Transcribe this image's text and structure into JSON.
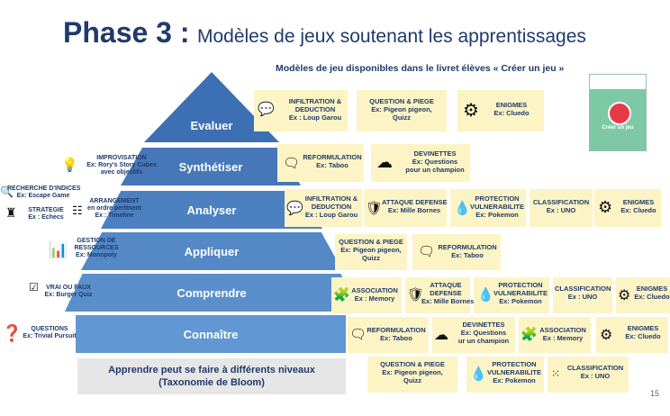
{
  "title": {
    "prefix": "Phase 3 :",
    "text": "Modèles de jeux soutenant les apprentissages"
  },
  "subtitle": "Modèles de jeu disponibles dans le livret élèves « Créer un jeu »",
  "booklet": {
    "label": "Créer un jeu"
  },
  "pyramid": {
    "levels": [
      "Evaluer",
      "Synthétiser",
      "Analyser",
      "Appliquer",
      "Comprendre",
      "Connaître"
    ],
    "colors": [
      "#3c6fb3",
      "#4677b9",
      "#4d80c1",
      "#5488c7",
      "#5a8fcc",
      "#6197d2"
    ]
  },
  "bottom_box": {
    "line1": "Apprendre peut se faire à différents niveaux",
    "line2": "(Taxonomie de Bloom)"
  },
  "page_number": "15",
  "cards": {
    "c1": {
      "l1": "INFILTRATION &",
      "l2": "DEDUCTION",
      "l3": "Ex : Loup Garou"
    },
    "c2": {
      "l1": "QUESTION & PIEGE",
      "l2": "Ex: Pigeon pigeon,",
      "l3": "Quizz"
    },
    "c3": {
      "l1": "ENIGMES",
      "l2": "Ex: Cluedo"
    },
    "c4": {
      "l1": "REFORMULATION",
      "l2": "Ex: Taboo"
    },
    "c5": {
      "l1": "DEVINETTES",
      "l2": "Ex: Questions",
      "l3": "pour un champion"
    },
    "c6": {
      "l1": "INFILTRATION &",
      "l2": "DEDUCTION",
      "l3": "Ex : Loup Garou"
    },
    "c7": {
      "l1": "ATTAQUE DEFENSE",
      "l2": "Ex: Mille Bornes"
    },
    "c8": {
      "l1": "PROTECTION",
      "l2": "VULNERABILITE",
      "l3": "Ex: Pokemon"
    },
    "c9": {
      "l1": "CLASSIFICATION",
      "l2": "Ex : UNO"
    },
    "c10": {
      "l1": "ENIGMES",
      "l2": "Ex: Cluedo"
    },
    "c11": {
      "l1": "QUESTION & PIEGE",
      "l2": "Ex: Pigeon pigeon,",
      "l3": "Quizz"
    },
    "c12": {
      "l1": "REFORMULATION",
      "l2": "Ex: Taboo"
    },
    "c13": {
      "l1": "ASSOCIATION",
      "l2": "Ex : Memory"
    },
    "c14": {
      "l1": "ATTAQUE",
      "l2": "DEFENSE",
      "l3": "Ex: Mille Bornes"
    },
    "c15": {
      "l1": "PROTECTION",
      "l2": "VULNERABILITE",
      "l3": "Ex: Pokemon"
    },
    "c16": {
      "l1": "CLASSIFICATION",
      "l2": "Ex : UNO"
    },
    "c17": {
      "l1": "ENIGMES",
      "l2": "Ex: Cluedo"
    },
    "c18": {
      "l1": "REFORMULATION",
      "l2": "Ex: Taboo"
    },
    "c19": {
      "l1": "DEVINETTES",
      "l2": "Ex: Questions",
      "l3": "ur un champion"
    },
    "c20": {
      "l1": "ASSOCIATION",
      "l2": "Ex : Memory"
    },
    "c21": {
      "l1": "ENIGMES",
      "l2": "Ex: Cluedo"
    },
    "c22": {
      "l1": "QUESTION & PIEGE",
      "l2": "Ex: Pigeon pigeon,",
      "l3": "Quizz"
    },
    "c23": {
      "l1": "PROTECTION",
      "l2": "VULNERABILITE",
      "l3": "Ex: Pokemon"
    },
    "c24": {
      "l1": "CLASSIFICATION",
      "l2": "Ex : UNO"
    }
  },
  "left": {
    "improvisation": {
      "l1": "IMPROVISATION",
      "l2": "Ex: Rory's Story Cubes",
      "l3": "avec objectifs"
    },
    "recherche": {
      "l1": "RECHERCHE D'INDICES",
      "l2": "Ex: Escape Game"
    },
    "strategie": {
      "l1": "STRATEGIE",
      "l2": "Ex : Echecs"
    },
    "arrangement": {
      "l1": "ARRANGEMENT",
      "l2": "en ordre pertinent",
      "l3": "Ex : Timeline"
    },
    "gestion": {
      "l1": "GESTION DE",
      "l2": "RESSOURCES",
      "l3": "Ex: Monopoly"
    },
    "vrai": {
      "l1": "VRAI OU FAUX",
      "l2": "Ex: Burger Quiz"
    },
    "questions": {
      "l1": "QUESTIONS",
      "l2": "Ex: Trivial Pursuit"
    }
  },
  "icons": {
    "chat": "chat-bubbles-icon",
    "brain": "brain-gears-icon",
    "speech": "speech-bubble-icon",
    "thought": "thought-cloud-icon",
    "shield": "shield-sword-icon",
    "drop": "drop-icon",
    "dots": "dice-dots-icon",
    "puzzle": "puzzle-icon",
    "bulb": "lightbulb-icon",
    "chess": "chess-icon",
    "timeline": "timeline-icon",
    "barchart": "bar-chart-icon",
    "checkbox": "checkbox-icon",
    "question": "question-icon"
  }
}
